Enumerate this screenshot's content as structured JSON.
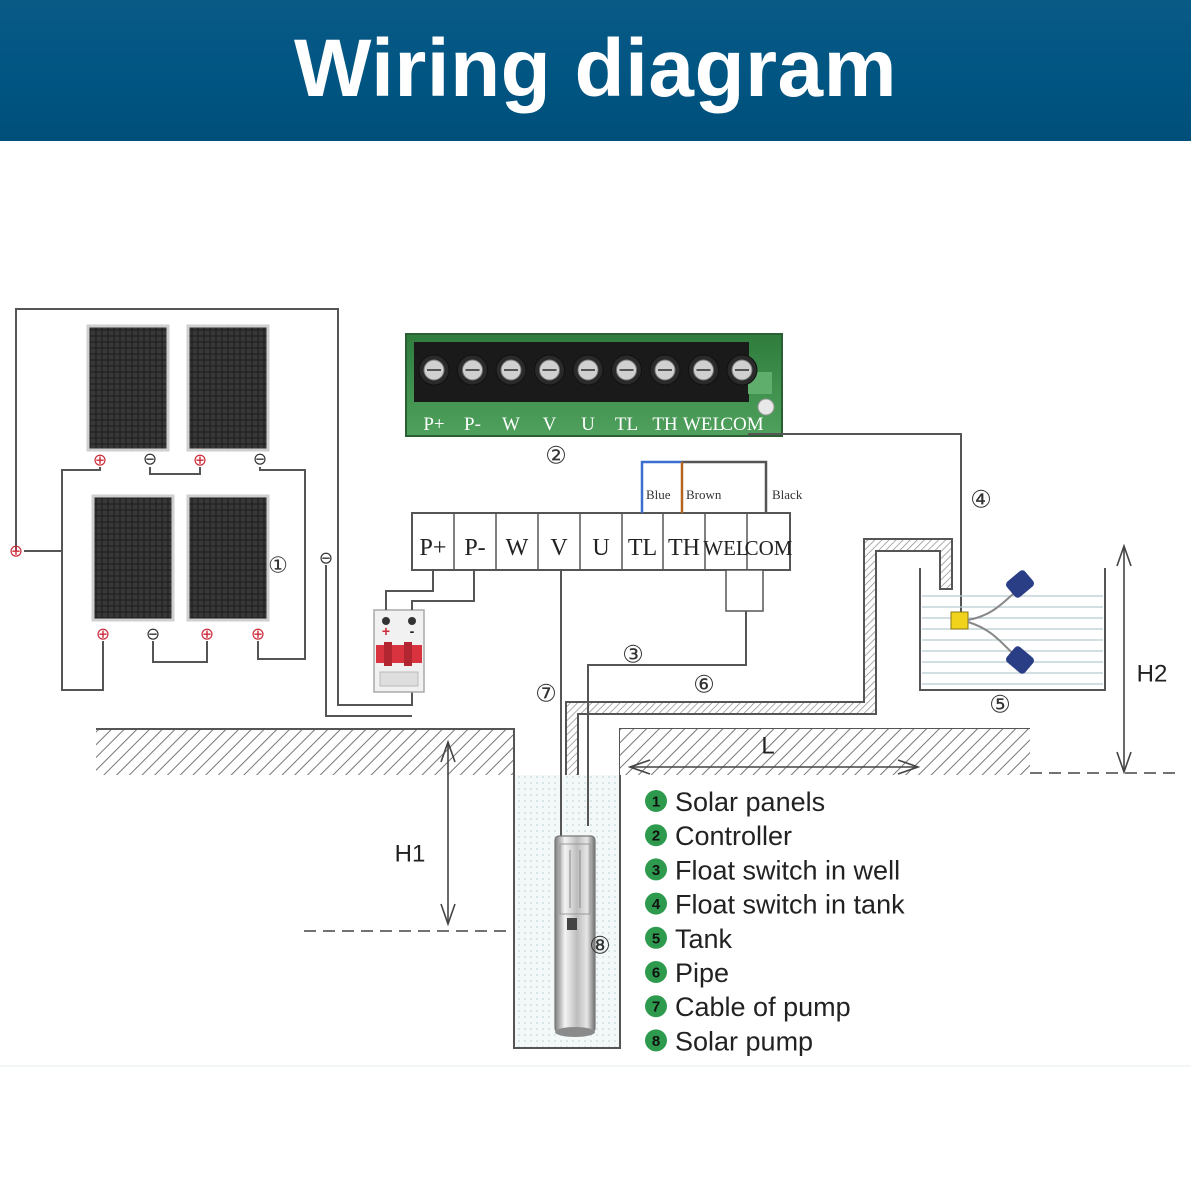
{
  "header": {
    "title": "Wiring diagram"
  },
  "controller_board": {
    "terminals": [
      "P+",
      "P-",
      "W",
      "V",
      "U",
      "TL",
      "TH",
      "WEL",
      "COM"
    ]
  },
  "terminal_block": {
    "terminals": [
      "P+",
      "P-",
      "W",
      "V",
      "U",
      "TL",
      "TH",
      "WEL",
      "COM"
    ]
  },
  "wires": {
    "blue": "Blue",
    "brown": "Brown",
    "black": "Black"
  },
  "panel_signs": {
    "plus": "⊕",
    "minus": "⊖"
  },
  "breaker_signs": {
    "plus": "+",
    "minus": "-"
  },
  "callouts": {
    "n1": "①",
    "n2": "②",
    "n3": "③",
    "n4": "④",
    "n5": "⑤",
    "n6": "⑥",
    "n7": "⑦",
    "n8": "⑧"
  },
  "dimensions": {
    "h1": "H1",
    "h2": "H2",
    "l": "L"
  },
  "legend": [
    {
      "num": "1",
      "label": "Solar panels"
    },
    {
      "num": "2",
      "label": "Controller"
    },
    {
      "num": "3",
      "label": "Float switch in well"
    },
    {
      "num": "4",
      "label": "Float switch in tank"
    },
    {
      "num": "5",
      "label": "Tank"
    },
    {
      "num": "6",
      "label": "Pipe"
    },
    {
      "num": "7",
      "label": "Cable of pump"
    },
    {
      "num": "8",
      "label": "Solar pump"
    }
  ],
  "colors": {
    "header_bg": "#005582",
    "board_green": "#3a8f4a",
    "legend_badge": "#2e9a4e",
    "wire_blue": "#3a6fd0",
    "wire_brown": "#b5651d",
    "breaker_red": "#d9333f",
    "sign_red": "#cc2d3a"
  }
}
